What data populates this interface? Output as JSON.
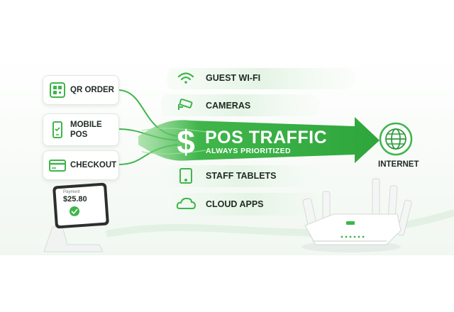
{
  "sources": [
    {
      "label": "QR ORDER",
      "icon": "qr-code-icon"
    },
    {
      "label": "MOBILE\nPOS",
      "icon": "mobile-phone-icon"
    },
    {
      "label": "CHECKOUT",
      "icon": "credit-card-icon"
    }
  ],
  "bands": [
    {
      "label": "GUEST WI-FI",
      "icon": "wifi-icon"
    },
    {
      "label": "CAMERAS",
      "icon": "security-camera-icon"
    },
    {
      "label": "STAFF TABLETS",
      "icon": "tablet-icon"
    },
    {
      "label": "CLOUD APPS",
      "icon": "cloud-icon"
    }
  ],
  "priority": {
    "symbol": "$",
    "title": "POS TRAFFIC",
    "subtitle": "ALWAYS PRIORITIZED"
  },
  "destination": {
    "label": "INTERNET",
    "icon": "globe-icon"
  },
  "terminal": {
    "screen_label": "Payment",
    "amount": "$25.80",
    "status": "Approved"
  },
  "colors": {
    "accent": "#3fb54a",
    "accent_dark": "#2e9a3a",
    "band": "#e9f6ea",
    "text": "#1e2a22"
  }
}
